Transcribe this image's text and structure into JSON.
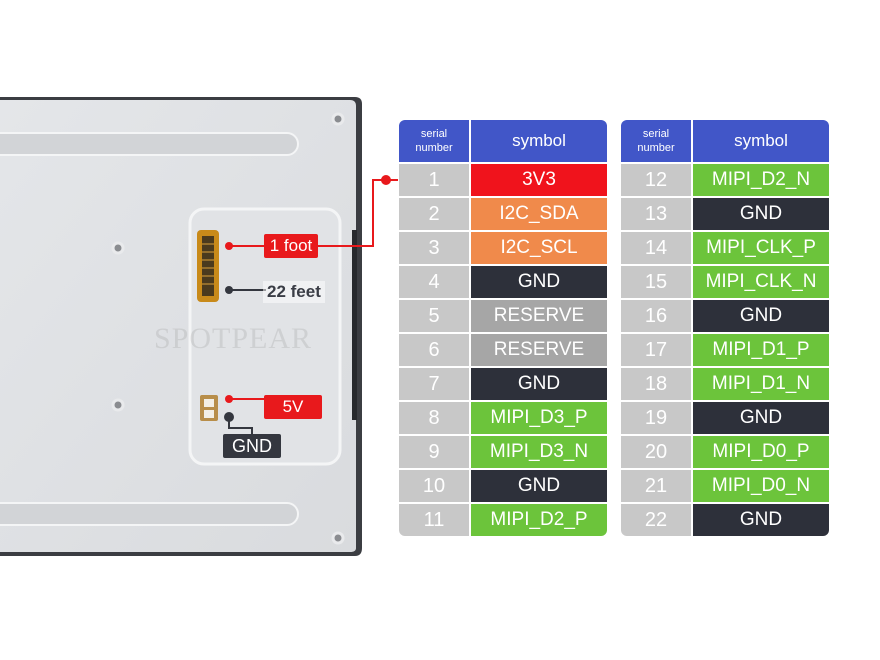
{
  "board": {
    "connector_labels": {
      "pin1": "1 foot",
      "pin22": "22 feet",
      "power": "5V",
      "ground": "GND"
    },
    "watermark": "SPOTPEAR"
  },
  "pin_tables": [
    {
      "header": {
        "serial_line1": "serial",
        "serial_line2": "number",
        "symbol": "symbol"
      },
      "rows": [
        {
          "num": "1",
          "symbol": "3V3",
          "color": "#f0131c"
        },
        {
          "num": "2",
          "symbol": "I2C_SDA",
          "color": "#f08a4b"
        },
        {
          "num": "3",
          "symbol": "I2C_SCL",
          "color": "#f08a4b"
        },
        {
          "num": "4",
          "symbol": "GND",
          "color": "#2d303a"
        },
        {
          "num": "5",
          "symbol": "RESERVE",
          "color": "#a6a6a6"
        },
        {
          "num": "6",
          "symbol": "RESERVE",
          "color": "#a6a6a6"
        },
        {
          "num": "7",
          "symbol": "GND",
          "color": "#2d303a"
        },
        {
          "num": "8",
          "symbol": "MIPI_D3_P",
          "color": "#6cc43b"
        },
        {
          "num": "9",
          "symbol": "MIPI_D3_N",
          "color": "#6cc43b"
        },
        {
          "num": "10",
          "symbol": "GND",
          "color": "#2d303a"
        },
        {
          "num": "11",
          "symbol": "MIPI_D2_P",
          "color": "#6cc43b"
        }
      ]
    },
    {
      "header": {
        "serial_line1": "serial",
        "serial_line2": "number",
        "symbol": "symbol"
      },
      "rows": [
        {
          "num": "12",
          "symbol": "MIPI_D2_N",
          "color": "#6cc43b"
        },
        {
          "num": "13",
          "symbol": "GND",
          "color": "#2d303a"
        },
        {
          "num": "14",
          "symbol": "MIPI_CLK_P",
          "color": "#6cc43b"
        },
        {
          "num": "15",
          "symbol": "MIPI_CLK_N",
          "color": "#6cc43b"
        },
        {
          "num": "16",
          "symbol": "GND",
          "color": "#2d303a"
        },
        {
          "num": "17",
          "symbol": "MIPI_D1_P",
          "color": "#6cc43b"
        },
        {
          "num": "18",
          "symbol": "MIPI_D1_N",
          "color": "#6cc43b"
        },
        {
          "num": "19",
          "symbol": "GND",
          "color": "#2d303a"
        },
        {
          "num": "20",
          "symbol": "MIPI_D0_P",
          "color": "#6cc43b"
        },
        {
          "num": "21",
          "symbol": "MIPI_D0_N",
          "color": "#6cc43b"
        },
        {
          "num": "22",
          "symbol": "GND",
          "color": "#2d303a"
        }
      ]
    }
  ]
}
